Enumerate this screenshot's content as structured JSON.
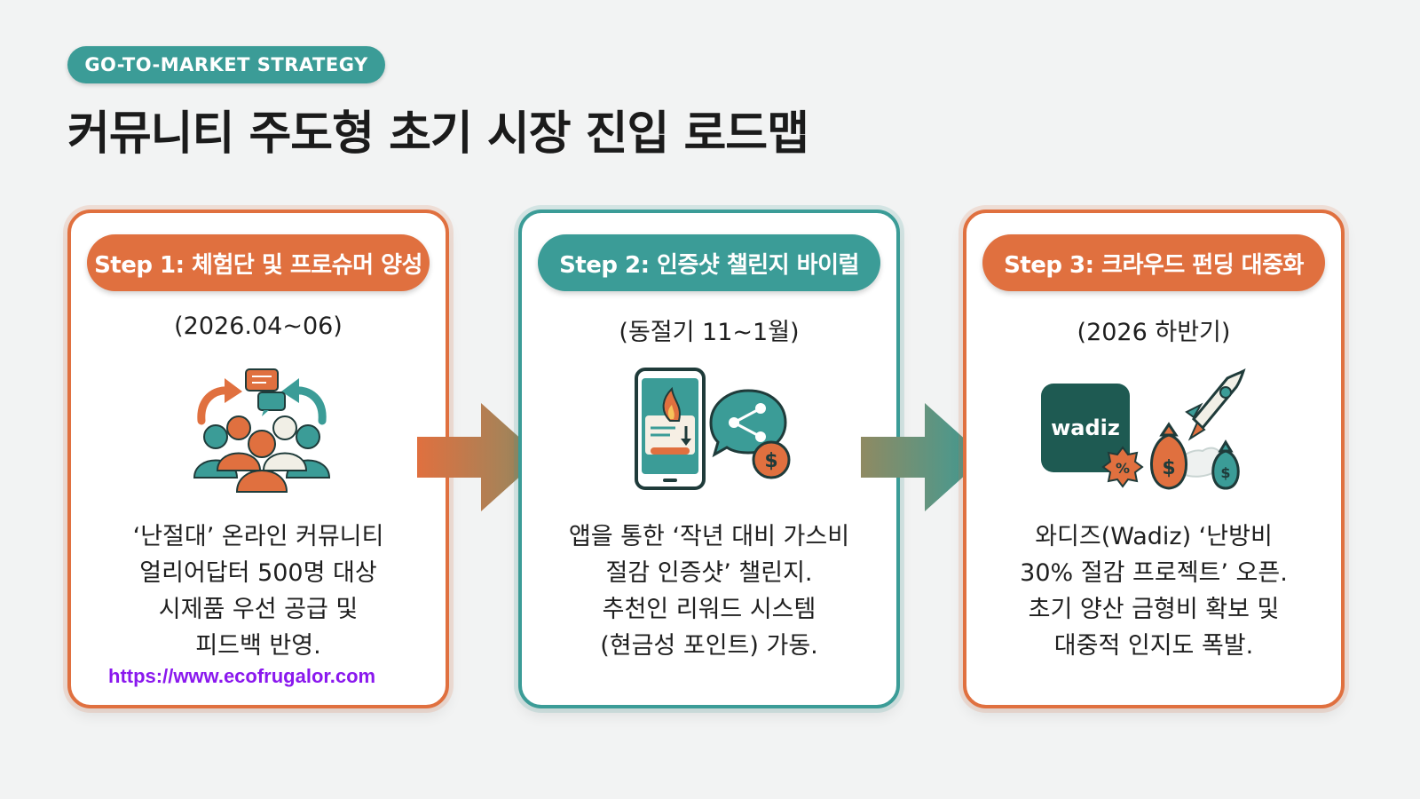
{
  "header": {
    "badge": "GO-TO-MARKET STRATEGY",
    "title": "커뮤니티 주도형 초기 시장 진입 로드맵"
  },
  "steps": [
    {
      "label": "Step 1: 체험단 및 프로슈머 양성",
      "period": "(2026.04~06)",
      "icon": "community-group-icon",
      "description": [
        "‘난절대’ 온라인 커뮤니티",
        "얼리어답터 500명 대상",
        "시제품 우선 공급 및",
        "피드백 반영."
      ]
    },
    {
      "label": "Step 2: 인증샷 챌린지 바이럴",
      "period": "(동절기 11~1월)",
      "icon": "phone-share-icon",
      "description": [
        "앱을 통한 ‘작년 대비 가스비",
        "절감 인증샷’ 챌린지.",
        "추천인 리워드 시스템",
        "(현금성 포인트) 가동."
      ]
    },
    {
      "label": "Step 3: 크라우드 펀딩 대중화",
      "period": "(2026 하반기)",
      "icon": "crowdfunding-rocket-icon",
      "wadiz_logo": "wadiz",
      "description": [
        "와디즈(Wadiz) ‘난방비",
        "30% 절감 프로젝트’ 오픈.",
        "초기 양산 금형비 확보 및",
        "대중적 인지도 폭발."
      ]
    }
  ],
  "footer": {
    "url": "https://www.ecofrugalor.com"
  },
  "colors": {
    "orange": "#e0703f",
    "teal": "#3b9c97",
    "url": "#8a18ee"
  }
}
